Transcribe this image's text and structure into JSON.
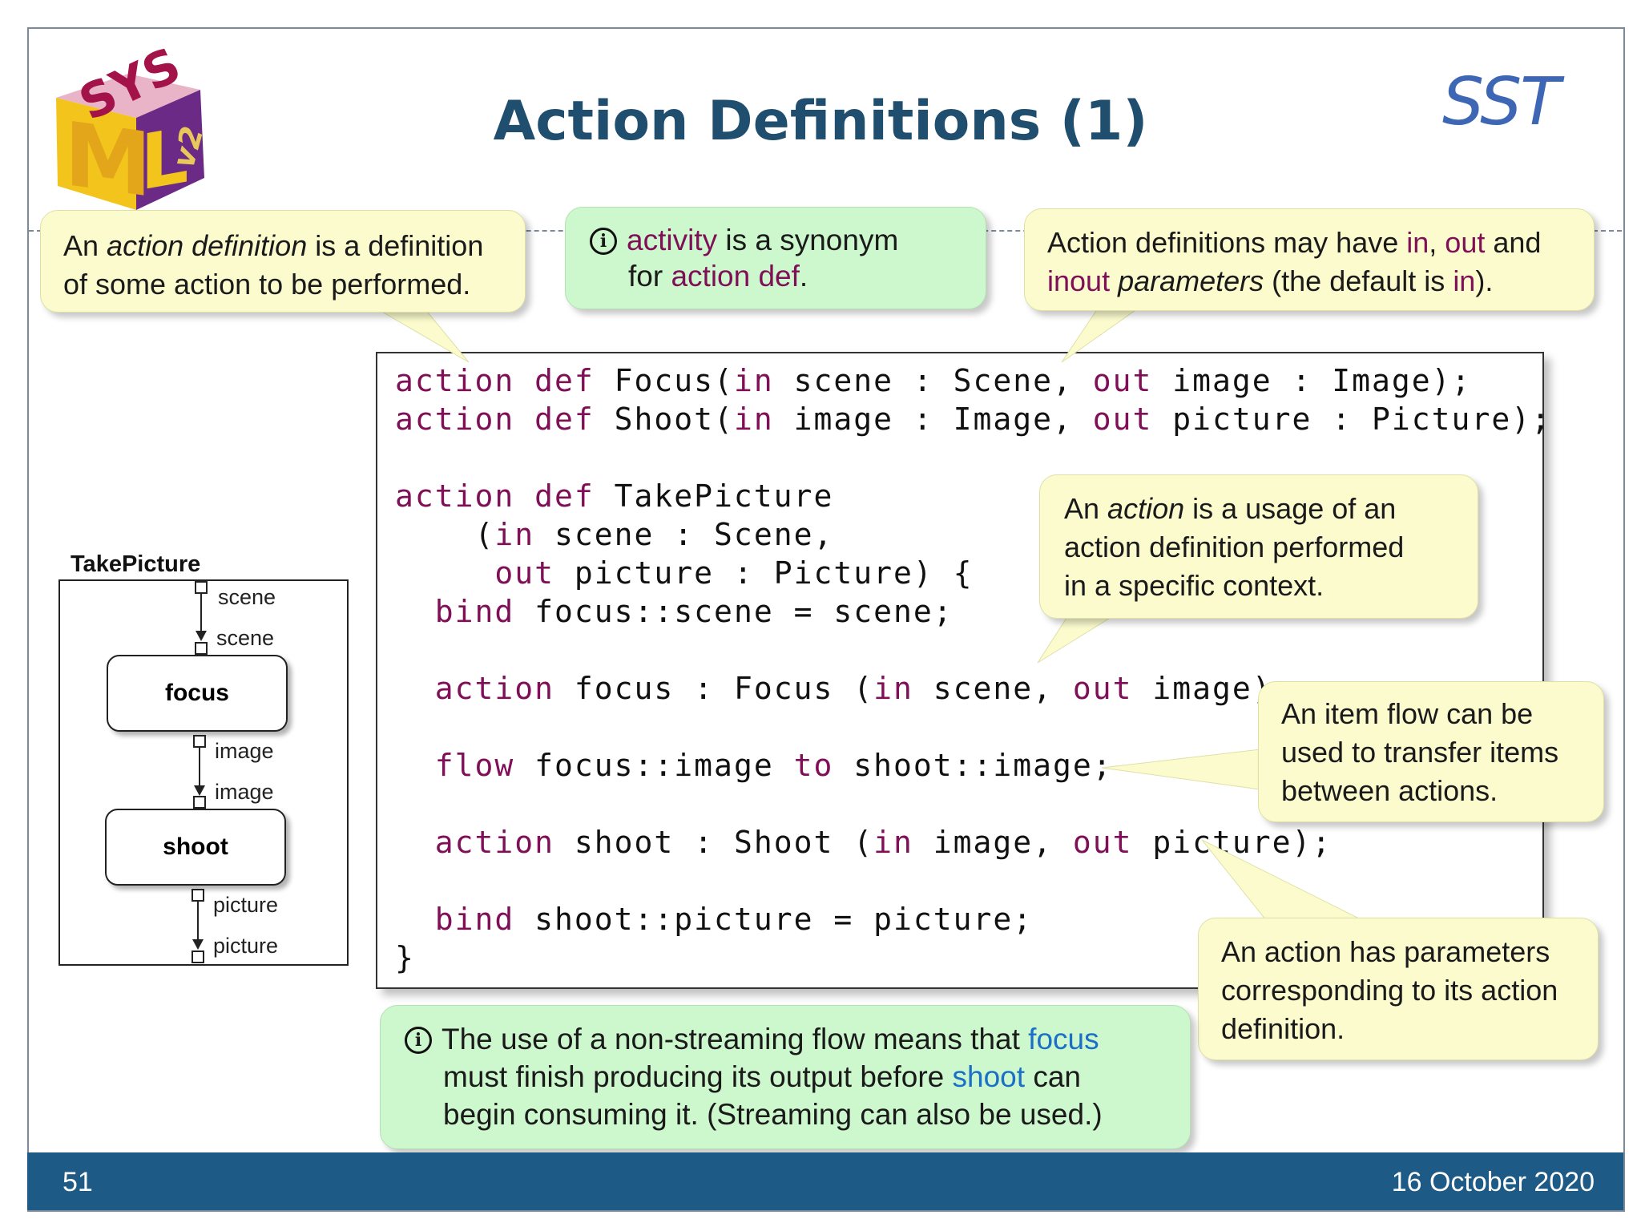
{
  "header": {
    "title": "Action Definitions (1)",
    "brand": "SST",
    "logo_text": "SysML v2"
  },
  "callouts": {
    "action_definition": {
      "pre": "An ",
      "em": "action definition",
      "post1": " is a definition",
      "line2": "of some action to be performed."
    },
    "synonym": {
      "icon": "info-icon",
      "kw1": "activity",
      "mid": " is a synonym",
      "pre2": "for ",
      "kw2": "action def",
      "end": "."
    },
    "parameters": {
      "pre": "Action definitions may have ",
      "in": "in",
      "comma": ", ",
      "out": "out",
      "and": " and",
      "inout": "inout",
      "sp": " ",
      "em": "parameters",
      "post": " (the default is ",
      "in2": "in",
      "end": ")."
    },
    "action_usage": {
      "pre": "An ",
      "em": "action",
      "post": " is a usage of an",
      "line2": "action definition performed",
      "line3": "in a specific context."
    },
    "item_flow": {
      "line1": "An item flow can be",
      "line2": "used to transfer items",
      "line3": "between actions."
    },
    "action_params": {
      "line1": "An action has parameters",
      "line2": "corresponding to its action",
      "line3": "definition."
    },
    "streaming": {
      "icon": "info-icon",
      "pre1": "The use of a non-streaming flow means that ",
      "focus": "focus",
      "pre2": "must finish producing its output before ",
      "shoot": "shoot",
      "post2": " can",
      "line3": "begin consuming it. (Streaming can also be used.)"
    }
  },
  "code": {
    "l1": [
      {
        "t": "action def",
        "k": true
      },
      {
        "t": " Focus(",
        "k": false
      },
      {
        "t": "in",
        "k": true
      },
      {
        "t": " scene : Scene, ",
        "k": false
      },
      {
        "t": "out",
        "k": true
      },
      {
        "t": " image : Image);",
        "k": false
      }
    ],
    "l2": [
      {
        "t": "action def",
        "k": true
      },
      {
        "t": " Shoot(",
        "k": false
      },
      {
        "t": "in",
        "k": true
      },
      {
        "t": " image : Image, ",
        "k": false
      },
      {
        "t": "out",
        "k": true
      },
      {
        "t": " picture : Picture);",
        "k": false
      }
    ],
    "l3": [
      {
        "t": "action def",
        "k": true
      },
      {
        "t": " TakePicture",
        "k": false
      }
    ],
    "l4": [
      {
        "t": "    (",
        "k": false
      },
      {
        "t": "in",
        "k": true
      },
      {
        "t": " scene : Scene,",
        "k": false
      }
    ],
    "l5": [
      {
        "t": "     ",
        "k": false
      },
      {
        "t": "out",
        "k": true
      },
      {
        "t": " picture : Picture) {",
        "k": false
      }
    ],
    "l6": [
      {
        "t": "  ",
        "k": false
      },
      {
        "t": "bind",
        "k": true
      },
      {
        "t": " focus::scene = scene;",
        "k": false
      }
    ],
    "l7": [
      {
        "t": "  ",
        "k": false
      },
      {
        "t": "action",
        "k": true
      },
      {
        "t": " focus : Focus (",
        "k": false
      },
      {
        "t": "in",
        "k": true
      },
      {
        "t": " scene, ",
        "k": false
      },
      {
        "t": "out",
        "k": true
      },
      {
        "t": " image);",
        "k": false
      }
    ],
    "l8": [
      {
        "t": "  ",
        "k": false
      },
      {
        "t": "flow",
        "k": true
      },
      {
        "t": " focus::image ",
        "k": false
      },
      {
        "t": "to",
        "k": true
      },
      {
        "t": " shoot::image;",
        "k": false
      }
    ],
    "l9": [
      {
        "t": "  ",
        "k": false
      },
      {
        "t": "action",
        "k": true
      },
      {
        "t": " shoot : Shoot (",
        "k": false
      },
      {
        "t": "in",
        "k": true
      },
      {
        "t": " image, ",
        "k": false
      },
      {
        "t": "out",
        "k": true
      },
      {
        "t": " picture);",
        "k": false
      }
    ],
    "l10": [
      {
        "t": "  ",
        "k": false
      },
      {
        "t": "bind",
        "k": true
      },
      {
        "t": " shoot::picture = picture;",
        "k": false
      }
    ],
    "l11": [
      {
        "t": "}",
        "k": false
      }
    ]
  },
  "diagram": {
    "title": "TakePicture",
    "focus": "focus",
    "shoot": "shoot",
    "p_scene_top": "scene",
    "p_scene_focus": "scene",
    "p_image_out": "image",
    "p_image_in": "image",
    "p_picture_out": "picture",
    "p_picture_bottom": "picture"
  },
  "footer": {
    "page": "51",
    "date": "16 October 2020"
  },
  "colors": {
    "keyword": "#7f1057",
    "highlight_blue": "#1b6fc9",
    "title": "#1f4e6e",
    "footer_bg": "#1d5a85",
    "callout_yellow": "#fbfbce",
    "note_green": "#cdf7cd"
  }
}
